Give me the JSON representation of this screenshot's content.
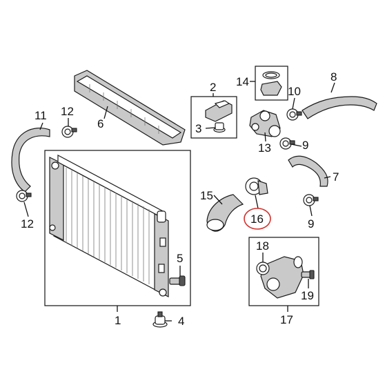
{
  "callouts": {
    "c1": "1",
    "c2": "2",
    "c3": "3",
    "c4": "4",
    "c5": "5",
    "c6": "6",
    "c7": "7",
    "c8": "8",
    "c9a": "9",
    "c9b": "9",
    "c10": "10",
    "c11": "11",
    "c12a": "12",
    "c12b": "12",
    "c13": "13",
    "c14": "14",
    "c15": "15",
    "c16": "16",
    "c17": "17",
    "c18": "18",
    "c19": "19"
  },
  "colors": {
    "line": "#111111",
    "part_fill": "#ffffff",
    "shade": "#c9c9c9",
    "highlight": "#d0312d"
  },
  "highlighted_callout": "16"
}
